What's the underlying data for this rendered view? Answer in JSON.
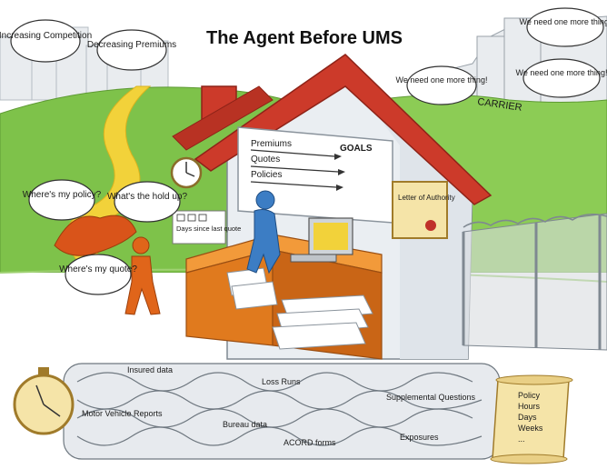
{
  "title": "The Agent Before UMS",
  "bubbles_top_left": [
    "Increasing Competition",
    "Decreasing Premiums"
  ],
  "carrier": {
    "label": "CARRIER",
    "bubbles": [
      "We need one more thing!",
      "We need one more thing!",
      "We need one more thing!"
    ]
  },
  "goals_board": {
    "heading": "GOALS",
    "items": [
      "Premiums",
      "Quotes",
      "Policies"
    ]
  },
  "letter_sign": "Letter of Authority",
  "days_sign": "Days since last quote",
  "client_bubbles": [
    "Where's my policy?",
    "What's the hold up?",
    "Where's my quote?"
  ],
  "maze_labels": [
    "Insured data",
    "Loss Runs",
    "Motor Vehicle Reports",
    "Bureau data",
    "ACORD forms",
    "Supplemental Questions",
    "Exposures"
  ],
  "scroll_items": [
    "Policy",
    "Hours",
    "Days",
    "Weeks",
    "..."
  ],
  "colors": {
    "sky": "#ffffff",
    "grass": "#7ec24a",
    "roof": "#cc3a2a",
    "house_wall": "#eaeef2",
    "desk": "#e07a1e",
    "agent": "#3c7dc4",
    "client": "#e0651a",
    "path": "#f2d23a",
    "maze": "#c9cfd6"
  }
}
